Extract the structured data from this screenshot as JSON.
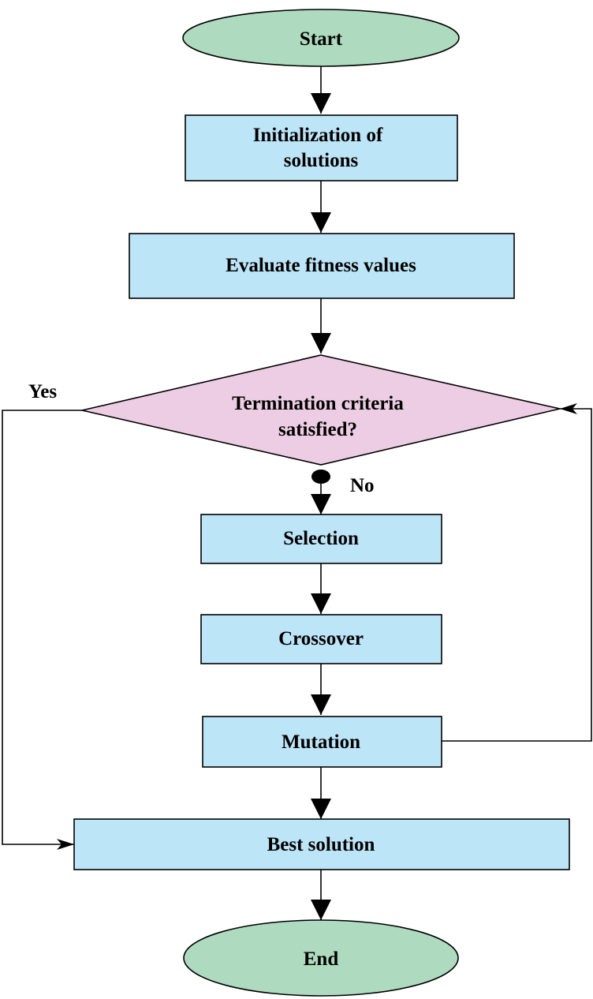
{
  "colors": {
    "terminal_fill": "#aedbbf",
    "process_fill": "#bde5f8",
    "decision_fill": "#edcde3",
    "line": "#000000"
  },
  "nodes": {
    "start": "Start",
    "init_line1": "Initialization of",
    "init_line2": "solutions",
    "evaluate": "Evaluate fitness values",
    "decision_line1": "Termination criteria",
    "decision_line2": "satisfied?",
    "selection": "Selection",
    "crossover": "Crossover",
    "mutation": "Mutation",
    "best": "Best solution",
    "end": "End"
  },
  "edge_labels": {
    "yes": "Yes",
    "no": "No"
  }
}
